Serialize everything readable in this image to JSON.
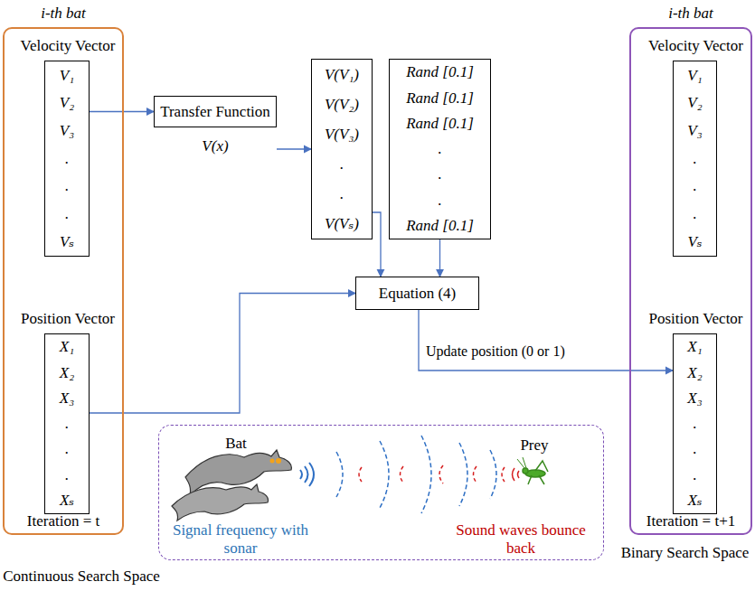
{
  "diagram": {
    "nodes": [
      {
        "text": [
          "i-th bat",
          "Iteration = t"
        ]
      },
      {
        "text": [
          "Velocity Vector",
          "V₁",
          "V₂",
          "V₃",
          ".",
          ".",
          ".",
          "Vₛ"
        ],
        "in": 0
      },
      {
        "text": [
          "Position Vector",
          "X₁",
          "X₂",
          "X₃",
          ".",
          ".",
          ".",
          "Xₛ"
        ],
        "in": 0
      },
      {
        "text": [
          "Transfer Function"
        ]
      },
      {
        "text": [
          "V(V₁)",
          "V(V₂)",
          "V(V₃)",
          ".",
          ".",
          "V(Vₛ)"
        ]
      },
      {
        "text": [
          "Rand [0.1]",
          "Rand [0.1]",
          "Rand [0.1]",
          ".",
          ".",
          ".",
          "Rand [0.1]"
        ]
      },
      {
        "text": [
          "Equation (4)"
        ]
      },
      {
        "text": [
          "i-th bat",
          "Iteration = t+1"
        ]
      },
      {
        "text": [
          "Velocity Vector",
          "V₁",
          "V₂",
          "V₃",
          ".",
          ".",
          ".",
          "Vₛ"
        ],
        "in": 7
      },
      {
        "text": [
          "Position Vector",
          "X₁",
          "X₂",
          "X₃",
          ".",
          ".",
          ".",
          "Xₛ"
        ],
        "in": 7
      },
      {
        "text": [
          "Bat",
          "Signal frequency with sonar",
          "Prey",
          "Sound waves bounce back"
        ]
      }
    ],
    "edges": [
      {
        "from": 1,
        "to": 3,
        "arrow": "to"
      },
      {
        "from": 3,
        "to": 4,
        "arrow": "to"
      },
      {
        "from": 4,
        "to": 6,
        "arrow": "to"
      },
      {
        "from": 5,
        "to": 6,
        "arrow": "to"
      },
      {
        "from": 2,
        "to": 6,
        "arrow": "to"
      },
      {
        "from": 6,
        "to": 9,
        "label": "Update position (0 or 1)",
        "arrow": "to"
      }
    ],
    "labels": [
      "V(x)",
      "Continuous Search Space",
      "Binary Search Space"
    ]
  }
}
